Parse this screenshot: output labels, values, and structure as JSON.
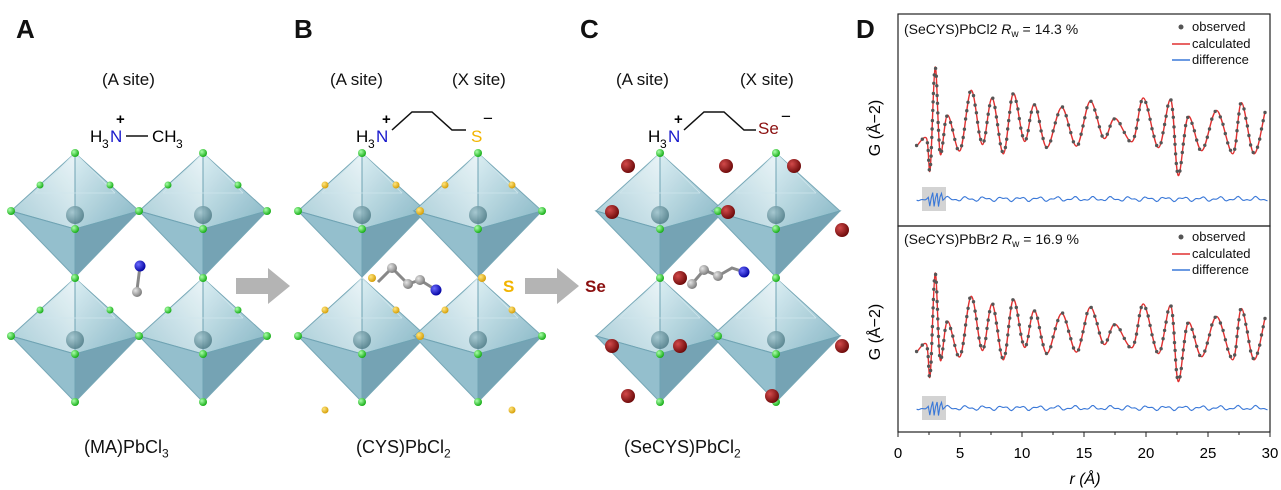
{
  "panels": {
    "A": {
      "letter": "A",
      "site_a": "(A site)",
      "caption_main": "(MA)PbCl",
      "caption_sub": "3"
    },
    "B": {
      "letter": "B",
      "site_a": "(A site)",
      "site_x": "(X site)",
      "caption_main": "(CYS)PbCl",
      "caption_sub": "2",
      "atom_label": "S"
    },
    "C": {
      "letter": "C",
      "site_a": "(A site)",
      "site_x": "(X site)",
      "caption_main": "(SeCYS)PbCl",
      "caption_sub": "2",
      "atom_label": "Se"
    },
    "D": {
      "letter": "D"
    }
  },
  "formula": {
    "H": "H",
    "three": "3",
    "N": "N",
    "plus": "+",
    "CH": "CH",
    "S": "S",
    "Se": "Se",
    "minus": "−"
  },
  "colors": {
    "chlorine": "#22cc22",
    "sulfur": "#f2b400",
    "selenium": "#8b1010",
    "nitrogen": "#1a1acc",
    "carbon": "#8c8c8c",
    "octahedron": "#9cc8d4",
    "observed": "#555555",
    "calculated": "#e03030",
    "difference": "#3a78d8",
    "arrow": "#b4b4b4"
  },
  "chart_data": [
    {
      "type": "line",
      "title": "(SeCYS)PbCl2",
      "rw_label": "R",
      "rw_sub": "w",
      "rw_value": "= 14.3 %",
      "ylabel": "G (Å−2)",
      "xlim": [
        0,
        30
      ],
      "legend": [
        "observed",
        "calculated",
        "difference"
      ],
      "legend_position": "top-right",
      "series": [
        {
          "name": "observed",
          "x": [
            1.5,
            2.3,
            2.6,
            3.0,
            3.4,
            4.0,
            5.0,
            5.9,
            6.8,
            7.6,
            8.5,
            9.3,
            10.2,
            11.0,
            12.0,
            13.2,
            14.4,
            15.5,
            16.6,
            17.5,
            18.9,
            19.8,
            21.0,
            22.0,
            22.6,
            23.4,
            24.5,
            25.7,
            27.0,
            27.7,
            28.7,
            29.6
          ],
          "y": [
            0.45,
            0.7,
            -0.3,
            3.0,
            0.2,
            1.45,
            0.3,
            2.25,
            0.5,
            2.0,
            0.2,
            2.15,
            0.6,
            1.8,
            0.4,
            1.7,
            0.45,
            1.9,
            0.7,
            1.35,
            0.6,
            2.0,
            0.4,
            1.95,
            -0.5,
            1.4,
            0.3,
            1.6,
            0.2,
            1.85,
            0.2,
            1.55
          ]
        }
      ]
    },
    {
      "type": "line",
      "title": "(SeCYS)PbBr2",
      "rw_label": "R",
      "rw_sub": "w",
      "rw_value": "= 16.9 %",
      "ylabel": "G (Å−2)",
      "xlabel": "r (Å)",
      "xlim": [
        0,
        30
      ],
      "x_ticks": [
        0,
        5,
        10,
        15,
        20,
        25,
        30
      ],
      "legend": [
        "observed",
        "calculated",
        "difference"
      ],
      "legend_position": "top-right",
      "series": [
        {
          "name": "observed",
          "x": [
            1.5,
            2.3,
            2.6,
            3.0,
            3.4,
            4.0,
            5.0,
            5.9,
            6.8,
            7.6,
            8.5,
            9.3,
            10.2,
            11.0,
            12.0,
            13.2,
            14.4,
            15.5,
            16.6,
            17.5,
            18.9,
            19.8,
            21.0,
            22.0,
            22.6,
            23.4,
            24.5,
            25.7,
            27.0,
            27.7,
            28.7,
            29.6
          ],
          "y": [
            0.45,
            0.7,
            -0.3,
            3.0,
            0.2,
            1.45,
            0.3,
            2.25,
            0.5,
            2.0,
            0.2,
            2.15,
            0.6,
            1.8,
            0.4,
            1.7,
            0.45,
            1.9,
            0.7,
            1.35,
            0.6,
            2.0,
            0.4,
            1.95,
            -0.5,
            1.4,
            0.3,
            1.6,
            0.2,
            1.85,
            0.2,
            1.55
          ]
        }
      ]
    }
  ]
}
